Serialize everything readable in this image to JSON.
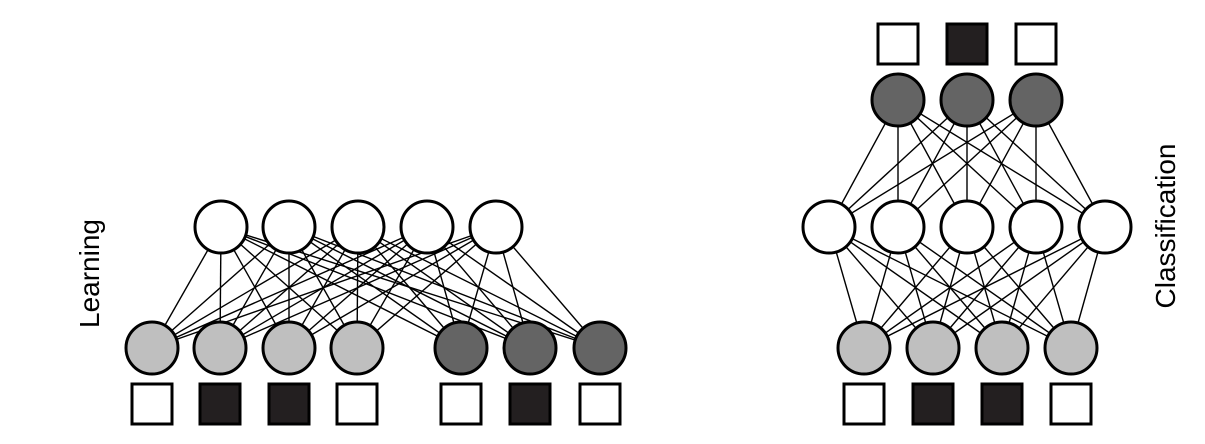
{
  "labels": {
    "learning": "Learning",
    "classification": "Classification"
  },
  "colors": {
    "stroke": "#000000",
    "empty": "#ffffff",
    "light": "#bfbfbf",
    "dark": "#646464",
    "filled": "#231f20"
  },
  "learning_network": {
    "hidden_units": [
      "empty",
      "empty",
      "empty",
      "empty",
      "empty"
    ],
    "input_units": [
      "light",
      "light",
      "light",
      "light",
      "dark",
      "dark",
      "dark"
    ],
    "input_pattern": [
      "empty",
      "filled",
      "filled",
      "empty",
      "empty",
      "filled",
      "empty"
    ]
  },
  "classification_network": {
    "output_pattern": [
      "empty",
      "filled",
      "empty"
    ],
    "output_units": [
      "dark",
      "dark",
      "dark"
    ],
    "hidden_units": [
      "empty",
      "empty",
      "empty",
      "empty",
      "empty"
    ],
    "input_units": [
      "light",
      "light",
      "light",
      "light"
    ],
    "input_pattern": [
      "empty",
      "filled",
      "filled",
      "empty"
    ]
  }
}
